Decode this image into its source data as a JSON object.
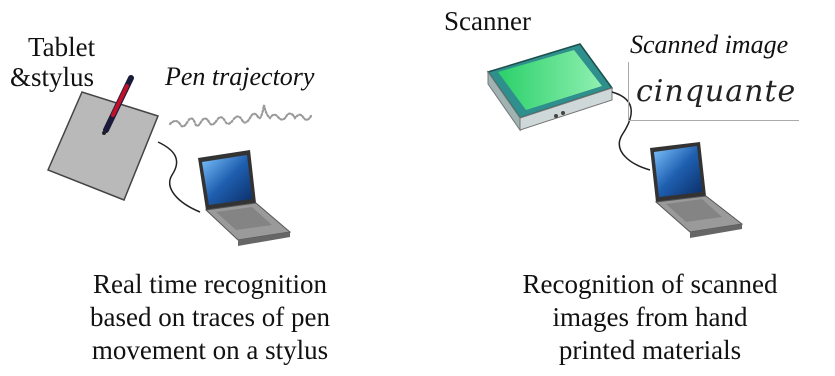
{
  "left": {
    "device_label_line1": "Tablet",
    "device_label_line2": "&stylus",
    "input_label": "Pen trajectory",
    "caption_lines": [
      "Real time recognition",
      "based on traces of pen",
      "movement on a stylus"
    ]
  },
  "right": {
    "device_label": "Scanner",
    "input_label": "Scanned image",
    "caption_lines": [
      "Recognition of scanned",
      "images from hand",
      "printed materials"
    ]
  },
  "handwriting_word": "cinquante",
  "colors": {
    "tablet": "#b9b9b9",
    "stylus": "#c0102a",
    "scanner_body": "#2f8f8c",
    "scanner_glass": "#3ce07c",
    "laptop_screen": "#1f5fb0",
    "laptop_body": "#9a9a9a"
  }
}
